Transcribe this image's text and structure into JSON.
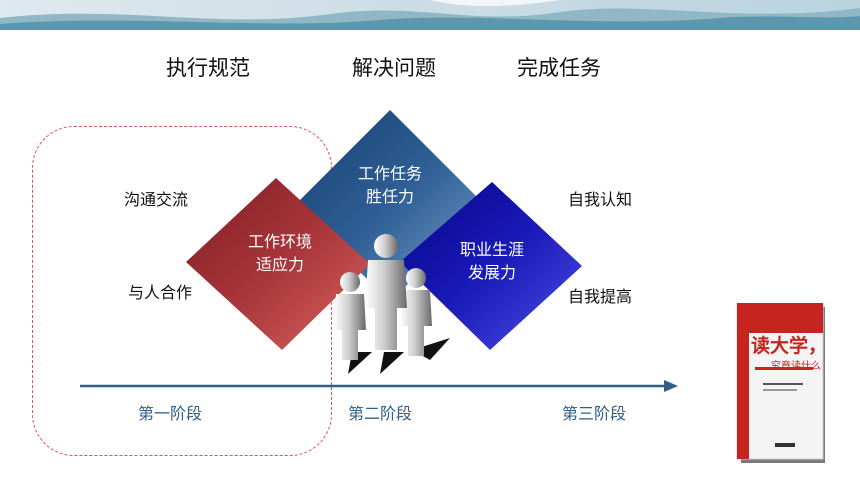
{
  "top_labels": {
    "standards": "执行规范",
    "solve": "解决问题",
    "complete": "完成任务"
  },
  "left_labels": {
    "communicate": "沟通交流",
    "cooperate": "与人合作"
  },
  "right_labels": {
    "self_know": "自我认知",
    "self_improve": "自我提高"
  },
  "diamonds": {
    "left": {
      "line1": "工作环境",
      "line2": "适应力",
      "color": "#a8353a"
    },
    "top": {
      "line1": "工作任务",
      "line2": "胜任力",
      "color": "#2f5f96"
    },
    "right": {
      "line1": "职业生涯",
      "line2": "发展力",
      "color": "#1a1ab8"
    }
  },
  "stages": {
    "one": "第一阶段",
    "two": "第二阶段",
    "three": "第三阶段"
  },
  "book": {
    "title": "读大学，",
    "subtitle": "究竟读什么"
  },
  "colors": {
    "arrow": "#2f5f8a",
    "dashed": "#d9534f",
    "stage_text": "#2f5f8a"
  }
}
